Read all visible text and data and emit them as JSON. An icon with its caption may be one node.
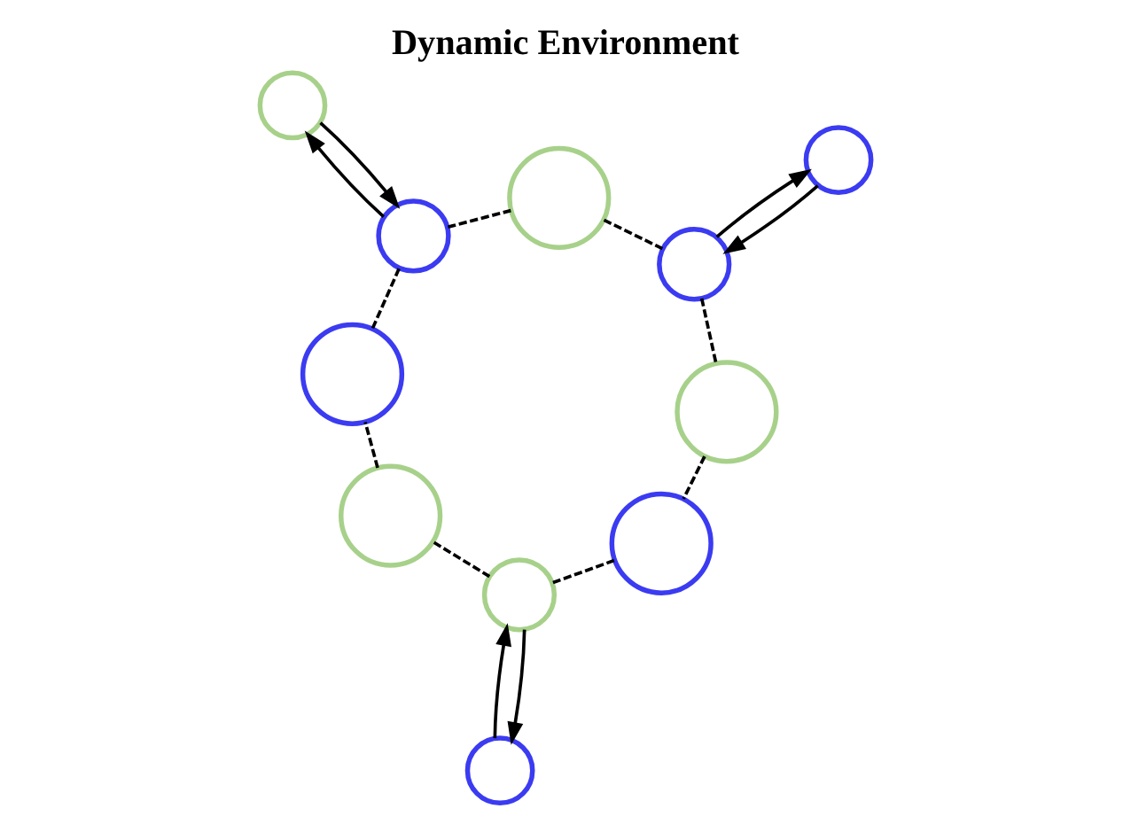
{
  "diagram": {
    "title": "Dynamic Environment",
    "nodes": [
      {
        "text": [],
        "shape": "circle"
      },
      {
        "text": [],
        "shape": "circle"
      },
      {
        "text": [],
        "shape": "circle"
      },
      {
        "text": [],
        "shape": "circle"
      },
      {
        "text": [],
        "shape": "circle"
      },
      {
        "text": [],
        "shape": "circle"
      },
      {
        "text": [],
        "shape": "circle"
      },
      {
        "text": [],
        "shape": "circle"
      },
      {
        "text": [],
        "shape": "circle"
      },
      {
        "text": [],
        "shape": "circle"
      },
      {
        "text": [],
        "shape": "circle"
      }
    ],
    "edges": [
      {
        "from": 0,
        "to": 1,
        "arrow": "none",
        "style": "dashed"
      },
      {
        "from": 1,
        "to": 2,
        "arrow": "none",
        "style": "dashed"
      },
      {
        "from": 2,
        "to": 3,
        "arrow": "none",
        "style": "dashed"
      },
      {
        "from": 3,
        "to": 4,
        "arrow": "none",
        "style": "dashed"
      },
      {
        "from": 4,
        "to": 5,
        "arrow": "none",
        "style": "dashed"
      },
      {
        "from": 5,
        "to": 6,
        "arrow": "none",
        "style": "dashed"
      },
      {
        "from": 6,
        "to": 7,
        "arrow": "none",
        "style": "dashed"
      },
      {
        "from": 7,
        "to": 0,
        "arrow": "none",
        "style": "dashed"
      },
      {
        "from": 1,
        "to": 8,
        "arrow": "to"
      },
      {
        "from": 8,
        "to": 1,
        "arrow": "to"
      },
      {
        "from": 3,
        "to": 9,
        "arrow": "to"
      },
      {
        "from": 9,
        "to": 3,
        "arrow": "to"
      },
      {
        "from": 10,
        "to": 6,
        "arrow": "to"
      },
      {
        "from": 6,
        "to": 10,
        "arrow": "to"
      }
    ]
  }
}
